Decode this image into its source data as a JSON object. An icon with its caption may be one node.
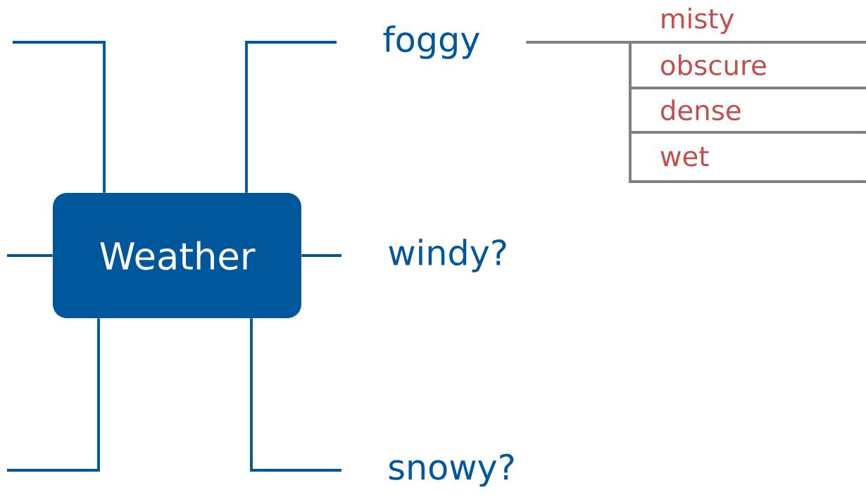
{
  "diagram": {
    "nodes": [
      {
        "text": [
          "Weather"
        ]
      },
      {
        "text": [
          "foggy"
        ]
      },
      {
        "text": [
          "windy?"
        ]
      },
      {
        "text": [
          "snowy?"
        ]
      },
      {
        "text": [
          "misty"
        ]
      },
      {
        "text": [
          "obscure"
        ]
      },
      {
        "text": [
          "dense"
        ]
      },
      {
        "text": [
          "wet"
        ]
      }
    ],
    "edges": [
      {
        "from": 0,
        "to": null,
        "arrow": "none"
      },
      {
        "from": 0,
        "to": null,
        "arrow": "none"
      },
      {
        "from": 0,
        "to": null,
        "arrow": "none"
      },
      {
        "from": 0,
        "to": 1,
        "arrow": "none"
      },
      {
        "from": 0,
        "to": 2,
        "arrow": "none"
      },
      {
        "from": 0,
        "to": 3,
        "arrow": "none"
      },
      {
        "from": 1,
        "to": 4,
        "arrow": "none",
        "color": "#808080"
      },
      {
        "from": 1,
        "to": 5,
        "arrow": "none",
        "color": "#808080"
      },
      {
        "from": 1,
        "to": 6,
        "arrow": "none",
        "color": "#808080"
      },
      {
        "from": 1,
        "to": 7,
        "arrow": "none",
        "color": "#808080"
      }
    ]
  }
}
